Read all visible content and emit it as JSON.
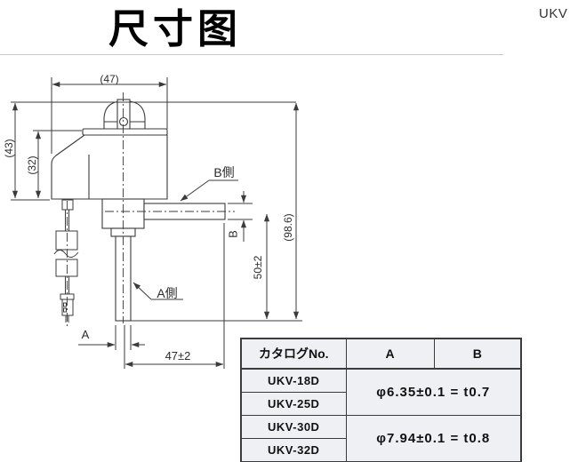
{
  "header": {
    "title": "尺寸图",
    "brand": "UKV"
  },
  "drawing": {
    "dim_top_width": "(47)",
    "dim_left_total_height": "(43)",
    "dim_left_body_height": "(32)",
    "dim_right_overall_height": "(98.6)",
    "dim_tube_b_length": "50±2",
    "dim_tube_b_diameter": "B",
    "dim_tube_a_diameter": "A",
    "dim_bottom_span": "47±2",
    "label_side_a": "A側",
    "label_side_b": "B側"
  },
  "table": {
    "headers": [
      "カタログNo.",
      "A",
      "B"
    ],
    "rows": [
      {
        "model": "UKV-18D"
      },
      {
        "model": "UKV-25D"
      },
      {
        "model": "UKV-30D"
      },
      {
        "model": "UKV-32D"
      }
    ],
    "groups": [
      {
        "value": "φ6.35±0.1 = t0.7"
      },
      {
        "value": "φ7.94±0.1 = t0.8"
      }
    ]
  },
  "colors": {
    "line": "#3b3b3b",
    "table_bg": "#eef0f4",
    "divider": "#c9c9c9"
  }
}
